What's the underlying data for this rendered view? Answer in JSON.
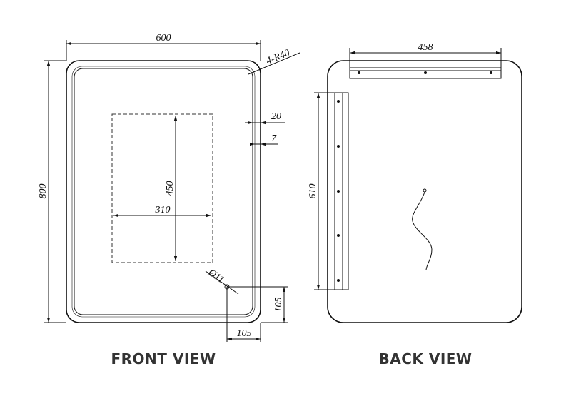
{
  "front_view": {
    "title": "FRONT VIEW",
    "width_label": "600",
    "height_label": "800",
    "corner_radius_label": "4-R40",
    "border_outer_label": "20",
    "border_inner_label": "7",
    "panel_height_label": "450",
    "panel_width_label": "310",
    "hole_label": "Ø11",
    "hole_offset_vertical_label": "105",
    "hole_offset_horizontal_label": "105"
  },
  "back_view": {
    "title": "BACK VIEW",
    "top_bar_label": "458",
    "side_bar_label": "610"
  },
  "colors": {
    "line": "#111111",
    "title": "#333333",
    "frosted_band": "#bbbbbb"
  }
}
